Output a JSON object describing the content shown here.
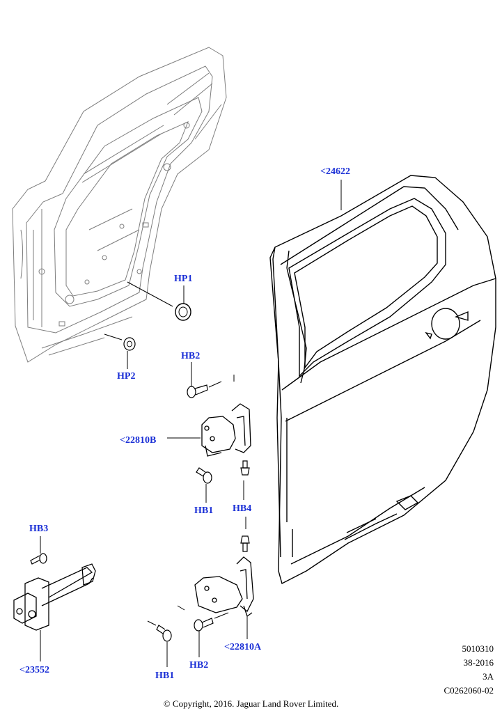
{
  "callouts": {
    "door_shell": "<24622",
    "hinge_upper": "<22810B",
    "hinge_lower": "<22810A",
    "door_check": "<23552",
    "hp1": "HP1",
    "hp2": "HP2",
    "hb2_top": "HB2",
    "hb1_mid": "HB1",
    "hb4": "HB4",
    "hb3": "HB3",
    "hb1_bottom": "HB1",
    "hb2_bottom": "HB2"
  },
  "meta": {
    "line1": "5010310",
    "line2": "38-2016",
    "line3": "3A",
    "line4": "C0262060-02"
  },
  "copyright": "© Copyright, 2016. Jaguar Land Rover Limited.",
  "colors": {
    "callout": "#1a2fd6",
    "line": "#000000",
    "ghost": "#8a8a8a"
  }
}
